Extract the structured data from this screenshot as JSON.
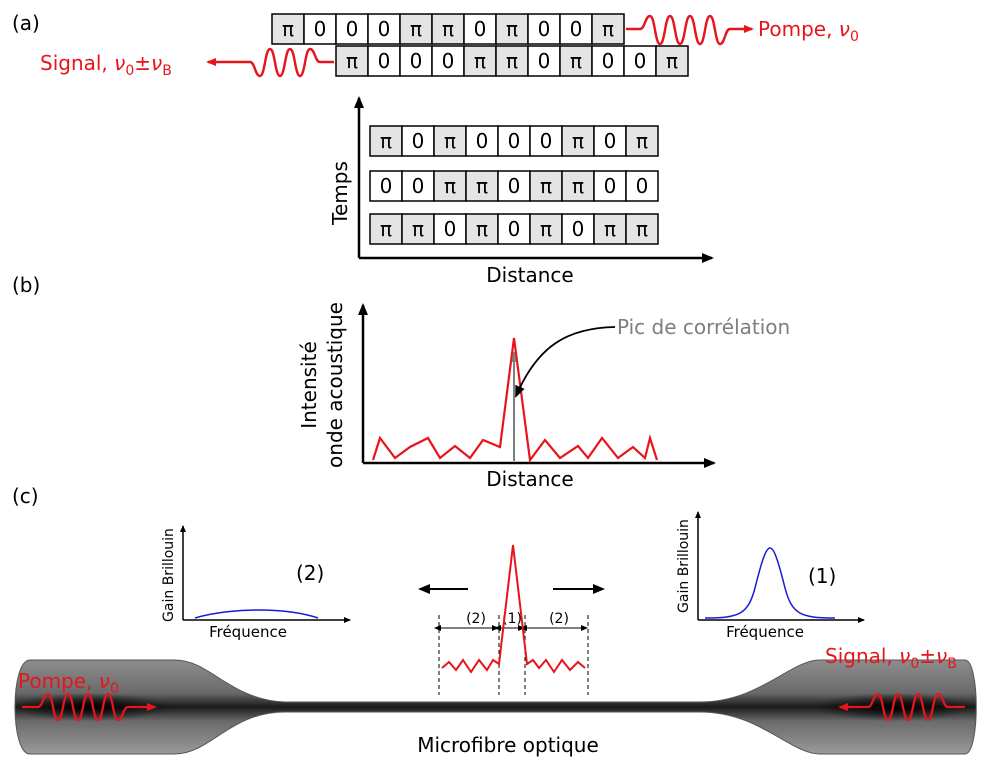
{
  "panel_labels": {
    "a": "(a)",
    "b": "(b)",
    "c": "(c)"
  },
  "panel_a": {
    "pump_sequence": [
      "π",
      "0",
      "0",
      "0",
      "π",
      "π",
      "0",
      "π",
      "0",
      "0",
      "π"
    ],
    "signal_sequence": [
      "π",
      "0",
      "0",
      "0",
      "π",
      "π",
      "0",
      "π",
      "0",
      "0",
      "π"
    ],
    "pump_label_text": "Pompe, ",
    "pump_label_nu": "ν",
    "pump_label_sub": "0",
    "signal_label_text": "Signal, ",
    "signal_label_nu0": "ν",
    "signal_label_sub0": "0",
    "signal_label_pm": "±",
    "signal_label_nuB": "ν",
    "signal_label_subB": "B",
    "time_rows": [
      [
        "π",
        "0",
        "π",
        "0",
        "0",
        "0",
        "π",
        "0",
        "π"
      ],
      [
        "0",
        "0",
        "π",
        "π",
        "0",
        "π",
        "π",
        "0",
        "0"
      ],
      [
        "π",
        "π",
        "0",
        "π",
        "0",
        "π",
        "0",
        "π",
        "π"
      ]
    ],
    "y_axis_label": "Temps",
    "x_axis_label": "Distance"
  },
  "panel_b": {
    "y_axis_label_line1": "Intensité",
    "y_axis_label_line2": "onde acoustique",
    "x_axis_label": "Distance",
    "annotation": "Pic de corrélation"
  },
  "panel_c": {
    "left_plot": {
      "ylabel": "Gain Brillouin",
      "xlabel": "Fréquence",
      "tag": "(2)"
    },
    "right_plot": {
      "ylabel": "Gain Brillouin",
      "xlabel": "Fréquence",
      "tag": "(1)"
    },
    "region_tags": [
      "(2)",
      "(1)",
      "(2)"
    ],
    "fiber_label": "Microfibre optique",
    "pump_text": "Pompe, ",
    "pump_nu": "ν",
    "pump_sub": "0",
    "signal_text": "Signal, ",
    "signal_nu0": "ν",
    "signal_sub0": "0",
    "signal_pm": "±",
    "signal_nuB": "ν",
    "signal_subB": "B"
  },
  "colors": {
    "red": "#e8141b",
    "blue": "#1a1ad6",
    "gray_cell": "#e4e4e4",
    "annotation_gray": "#7f7f7f"
  }
}
